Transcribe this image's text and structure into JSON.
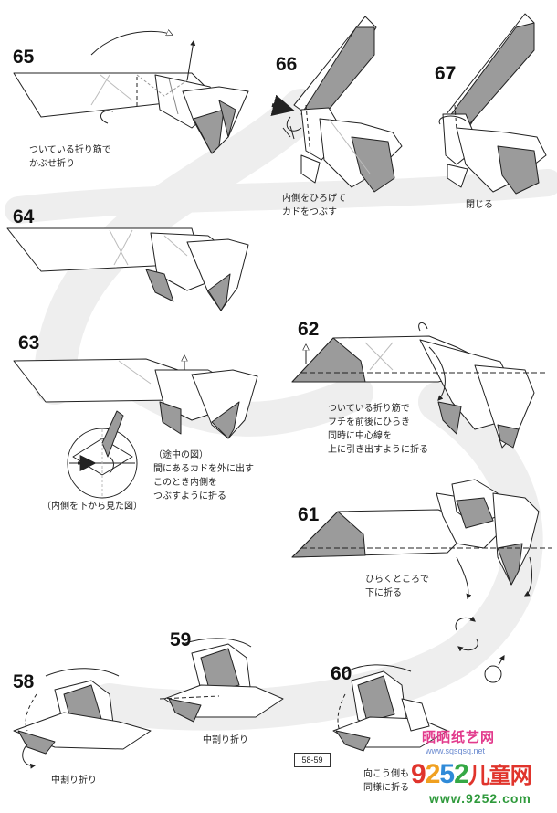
{
  "steps": [
    {
      "num": "65",
      "caption": "ついている折り筋で\nかぶせ折り"
    },
    {
      "num": "66",
      "caption": "内側をひろげて\nカドをつぶす"
    },
    {
      "num": "67",
      "caption": "閉じる"
    },
    {
      "num": "64",
      "caption": ""
    },
    {
      "num": "63",
      "caption": ""
    },
    {
      "num": "62",
      "caption": "ついている折り筋で\nフチを前後にひらき\n同時に中心線を\n上に引き出すように折る"
    },
    {
      "num": "61",
      "caption": "ひらくところで\n下に折る"
    },
    {
      "num": "58",
      "caption": "中割り折り"
    },
    {
      "num": "59",
      "caption": "中割り折り"
    },
    {
      "num": "60",
      "caption": "向こう側も\n同様に折る"
    }
  ],
  "insets": {
    "underside_view": "（内側を下から見た図）",
    "midway_view": "（途中の図）\n間にあるカドを外に出す\nこのとき内側を\nつぶすように折る"
  },
  "page_number": "58-59",
  "watermark": {
    "site_name": "晒晒纸艺网",
    "site_url": "www.sqsqsq.net",
    "brand_digits": [
      "9",
      "2",
      "5",
      "2"
    ],
    "brand_text": "儿童网",
    "brand_url": "www.9252.com"
  },
  "colors": {
    "paper_grey": "#9b9b9b",
    "paper_white": "#ffffff",
    "line": "#222222",
    "background_band": "#efefef"
  }
}
